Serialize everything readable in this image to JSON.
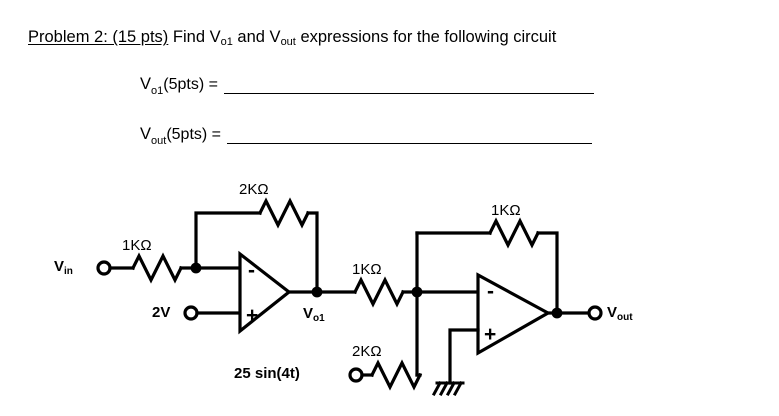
{
  "document": {
    "title_prefix": "Problem 2: (15 pts)",
    "title_rest_1": " Find V",
    "title_sub_1": "o1",
    "title_rest_2": " and V",
    "title_sub_2": "out",
    "title_rest_3": " expressions for the following circuit"
  },
  "answers": [
    {
      "name": "vo1-answer",
      "var": "V",
      "sub": "o1",
      "points": " (5pts) =",
      "value": ""
    },
    {
      "name": "vout-answer",
      "var": "V",
      "sub": "out",
      "points": " (5pts) =",
      "value": ""
    }
  ],
  "circuit": {
    "stroke_color": "#000000",
    "background": "#ffffff",
    "nodes": {
      "vin_terminal": {
        "label": "V",
        "sub": "in"
      },
      "source_2v": {
        "label": "2V"
      },
      "source_sine": {
        "label": "25 sin(4t)"
      },
      "vo1_node": {
        "label": "V",
        "sub": "o1"
      },
      "vout_terminal": {
        "label": "V",
        "sub": "out"
      }
    },
    "resistors": [
      {
        "name": "input-resistor-r1",
        "label": "1KΩ",
        "position": "input to first op-amp inverting node"
      },
      {
        "name": "feedback-resistor-rf1",
        "label": "2KΩ",
        "position": "feedback of first op-amp"
      },
      {
        "name": "coupling-resistor-r2",
        "label": "1KΩ",
        "position": "Vo1 to summing node"
      },
      {
        "name": "feedback-resistor-rf2",
        "label": "1KΩ",
        "position": "feedback of second op-amp"
      },
      {
        "name": "source-resistor-r3",
        "label": "2KΩ",
        "position": "25 sin(4t) to summing node"
      }
    ],
    "opamps": [
      {
        "name": "opamp-1",
        "minus": "-",
        "plus": "+"
      },
      {
        "name": "opamp-2",
        "minus": "-",
        "plus": "+"
      }
    ],
    "ground": {
      "name": "ground-symbol",
      "type": "chassis"
    }
  }
}
